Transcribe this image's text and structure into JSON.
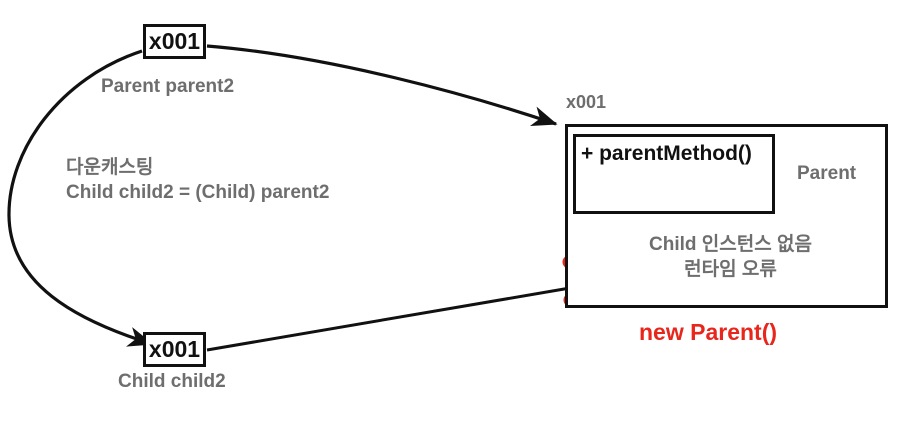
{
  "diagram": {
    "title": "Downcasting runtime error diagram",
    "colors": {
      "stroke": "#111111",
      "gray_text": "#6e6e6e",
      "error_red": "#e8261c",
      "background": "#ffffff"
    },
    "stack": {
      "parent_ref": {
        "box_value": "x001",
        "label": "Parent parent2"
      },
      "child_ref": {
        "box_value": "x001",
        "label": "Child child2"
      },
      "cast_note": {
        "line1": "다운캐스팅",
        "line2": "Child child2 = (Child) parent2"
      }
    },
    "heap": {
      "address_label": "x001",
      "class_label": "Parent",
      "method_label": "+ parentMethod()",
      "error_note": {
        "line1": "Child 인스턴스 없음",
        "line2": "런타임 오류"
      },
      "instantiation_label": "new Parent()"
    },
    "marks": {
      "cross": "x-mark-icon",
      "arrow_parent_to_heap": "curved-arrow-icon",
      "arrow_parent_to_child": "curved-arrow-icon",
      "arrow_child_to_heap": "blocked-arrow-icon"
    }
  }
}
